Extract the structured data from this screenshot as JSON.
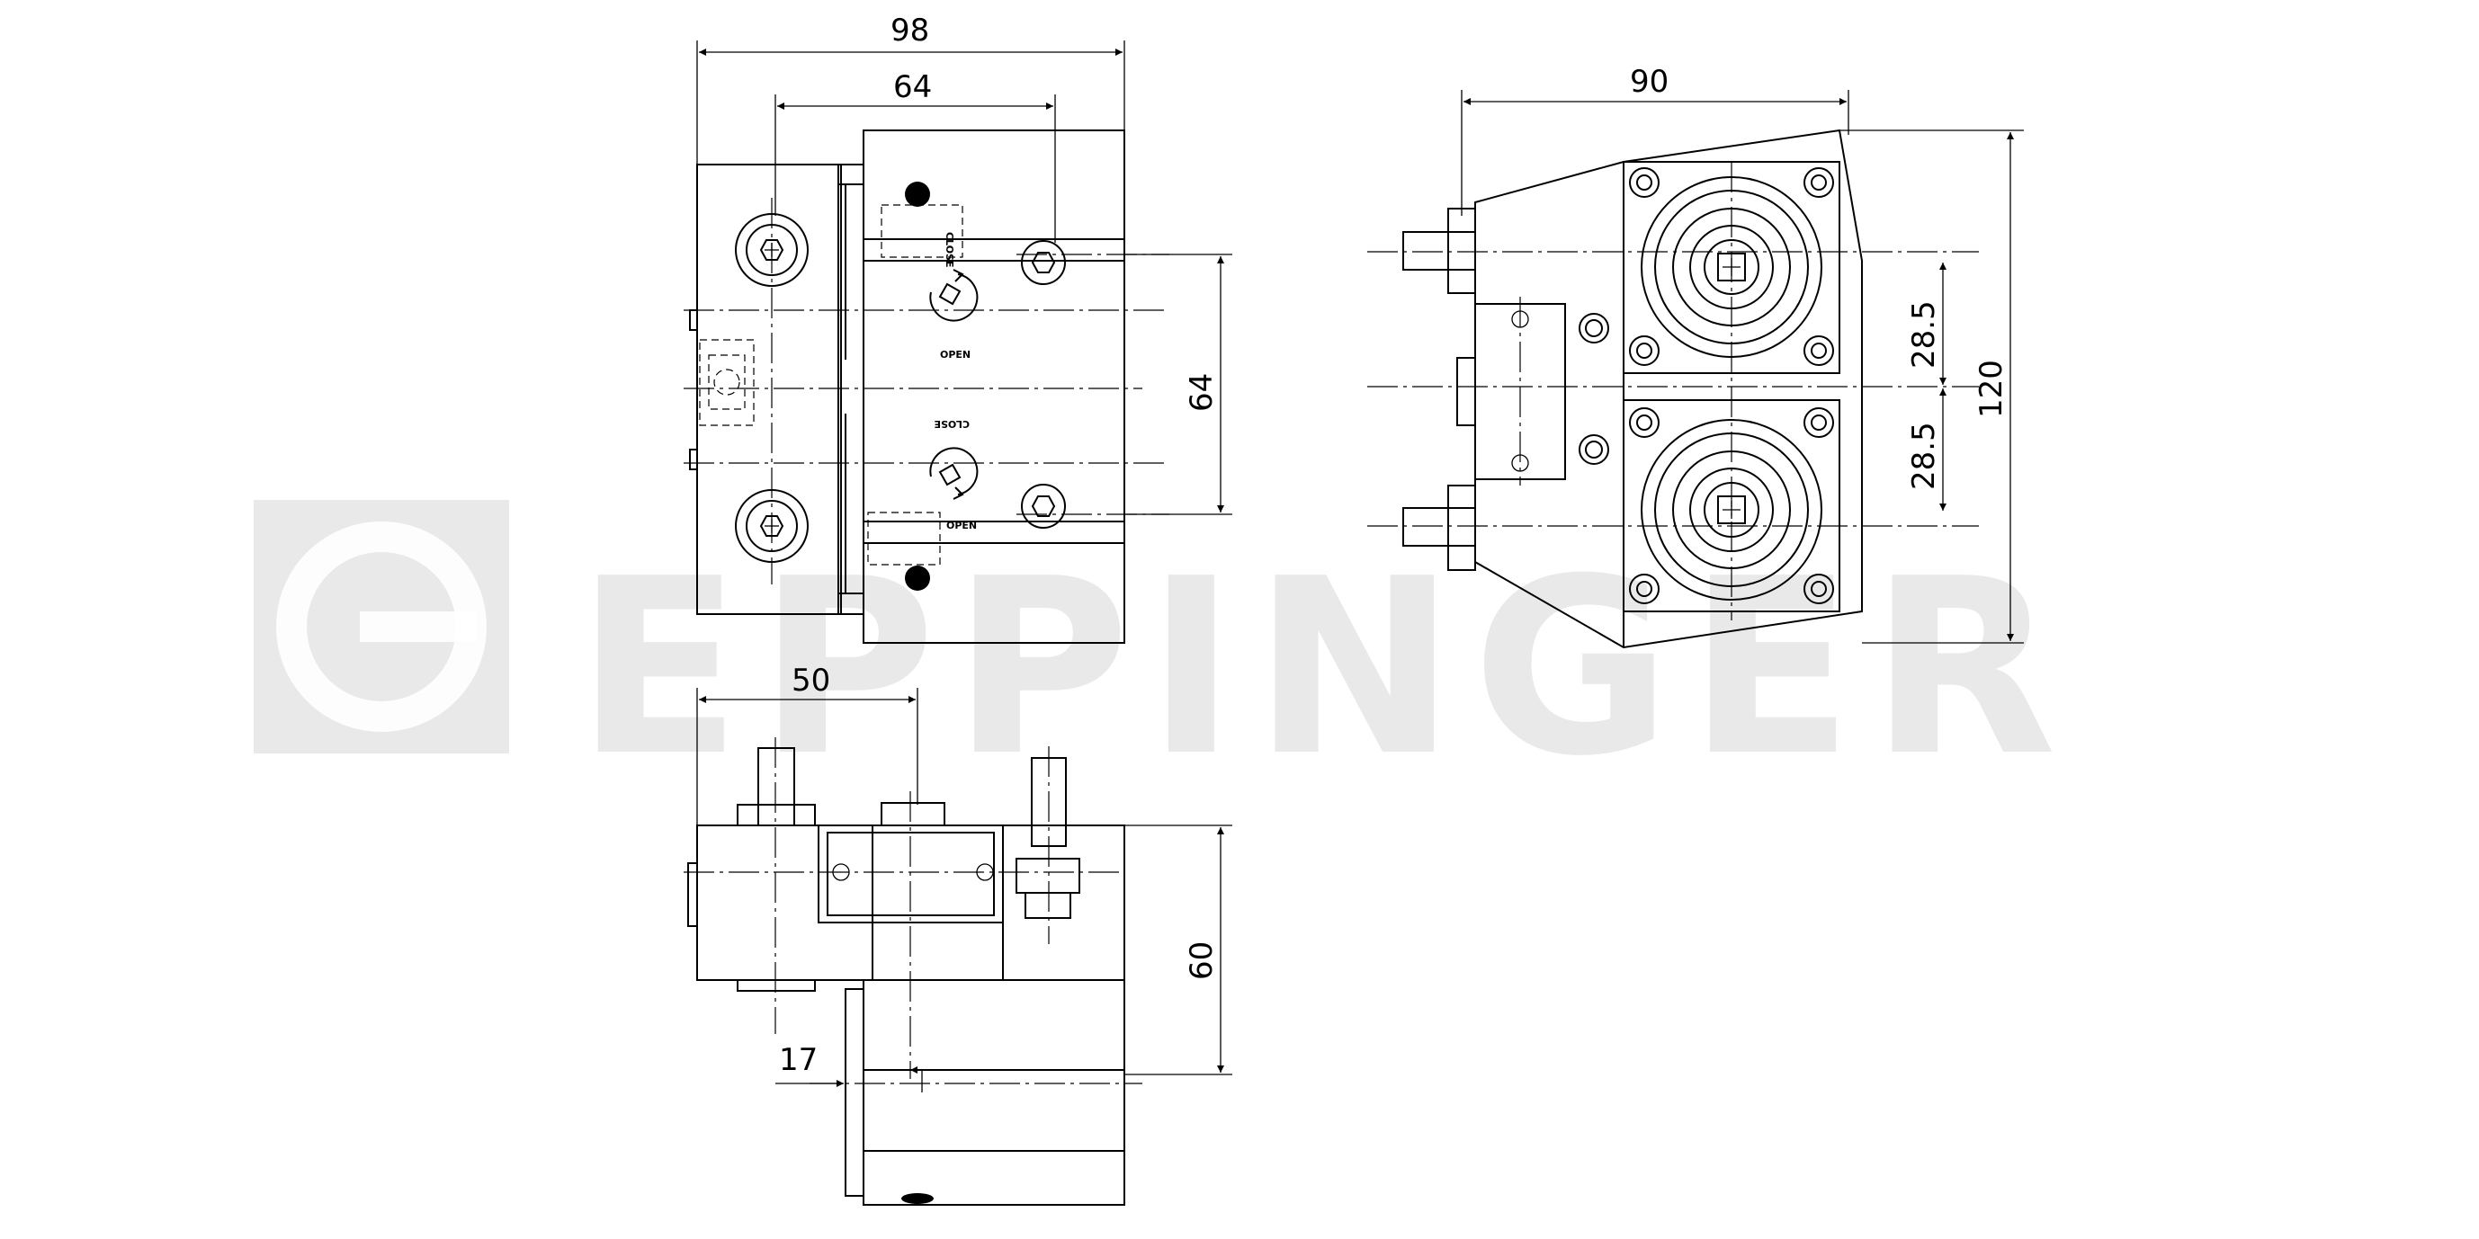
{
  "watermark": {
    "text": "EPPINGER",
    "color": "#cfcfcf"
  },
  "front_view": {
    "dim_overall_width": "98",
    "dim_offset": "64",
    "dim_height": "64",
    "label_close_top": "CLOSE",
    "label_open_top": "OPEN",
    "label_close_bottom": "CLOSE",
    "label_open_bottom": "OPEN"
  },
  "side_view": {
    "dim_width": "90",
    "dim_height": "120",
    "dim_spacing_top": "28.5",
    "dim_spacing_bottom": "28.5"
  },
  "top_view": {
    "dim_width": "50",
    "dim_height": "60",
    "dim_offset": "17"
  }
}
